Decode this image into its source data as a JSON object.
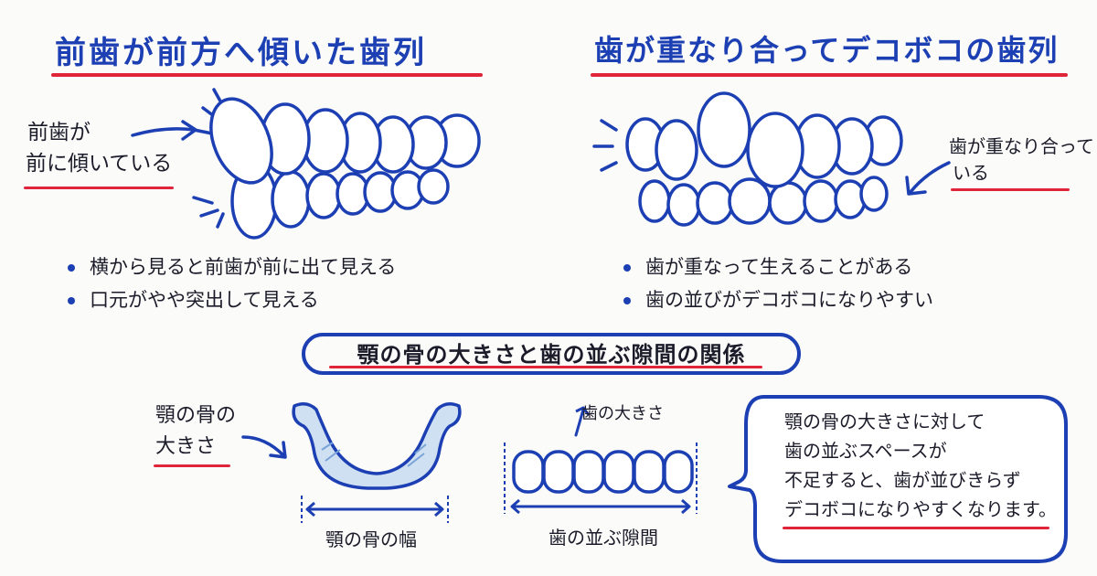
{
  "colors": {
    "blue": "#1c3fb3",
    "red": "#e0253a",
    "ink": "#1b1b2a",
    "bone_fill": "#cfe0f2"
  },
  "left_panel": {
    "title": "前歯が前方へ傾いた歯列",
    "callout_line1": "前歯が",
    "callout_line2": "前に傾いている",
    "bullets": [
      "横から見ると前歯が前に出て見える",
      "口元がやや突出して見える"
    ]
  },
  "right_panel": {
    "title": "歯が重なり合ってデコボコの歯列",
    "callout_line1": "歯が重なり合って",
    "callout_line2": "いる",
    "bullets": [
      "歯が重なって生えることがある",
      "歯の並びがデコボコになりやすい"
    ]
  },
  "bottom": {
    "heading": "顎の骨の大きさと歯の並ぶ隙間の関係",
    "jaw_label_line1": "顎の骨の",
    "jaw_label_line2": "大きさ",
    "jaw_width_label": "顎の骨の幅",
    "tooth_size_label": "歯の大きさ",
    "gap_label": "歯の並ぶ隙間",
    "bubble_lines": [
      "顎の骨の大きさに対して",
      "歯の並ぶスペースが",
      "不足すると、歯が並びきらず",
      "デコボコになりやすくなります。"
    ]
  }
}
